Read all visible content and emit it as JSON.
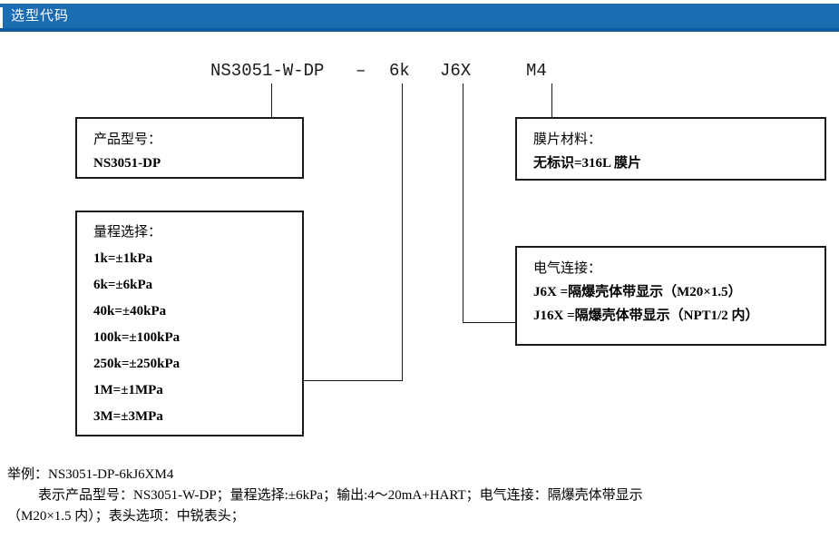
{
  "header": {
    "title": "选型代码",
    "bar_color": "#1b6cb0",
    "underline_color": "#0f5d9e",
    "text_color": "#ffffff"
  },
  "code_string": {
    "model": "NS3051-W-DP",
    "dash": "–",
    "range": "6k",
    "electrical": "J6X",
    "diaphragm": "M4"
  },
  "boxes": {
    "model": {
      "heading": "产品型号：",
      "lines": [
        "NS3051-DP"
      ]
    },
    "range": {
      "heading": "量程选择：",
      "lines": [
        "1k=±1kPa",
        "6k=±6kPa",
        "40k=±40kPa",
        "100k=±100kPa",
        "250k=±250kPa",
        "1M=±1MPa",
        "3M=±3MPa"
      ]
    },
    "diaphragm": {
      "heading": "膜片材料：",
      "lines": [
        "无标识=316L 膜片"
      ]
    },
    "electrical": {
      "heading": "电气连接：",
      "lines": [
        "J6X =隔爆壳体带显示（M20×1.5）",
        "J16X =隔爆壳体带显示（NPT1/2 内）"
      ]
    }
  },
  "footer": {
    "line1": "举例：NS3051-DP-6kJ6XM4",
    "line2": "表示产品型号：NS3051-W-DP；量程选择:±6kPa；输出:4～20mA+HART；电气连接：隔爆壳体带显示",
    "line3": "（M20×1.5 内）；表头选项：中锐表头；"
  }
}
